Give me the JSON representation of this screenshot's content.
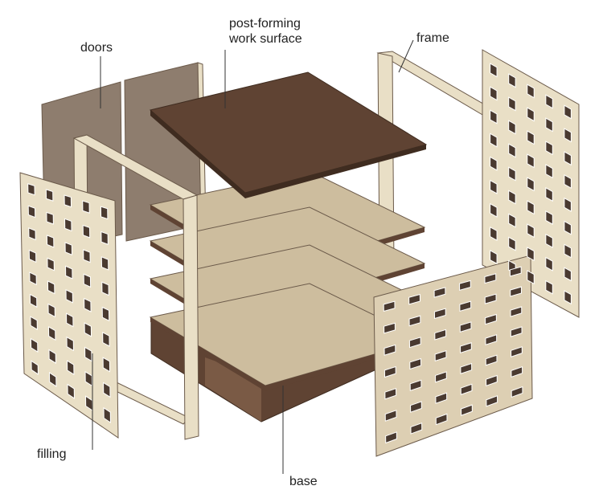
{
  "labels": {
    "doors": "doors",
    "work_surface_line1": "post-forming",
    "work_surface_line2": "work surface",
    "frame": "frame",
    "filling": "filling",
    "base": "base"
  },
  "colors": {
    "panel": "#e9dfc6",
    "panel_edge": "#6b5a4a",
    "work_surface": "#5f4333",
    "doors": "#8e7d6e",
    "shelf": "#cdbd9e",
    "hole": "#4a3a30"
  }
}
